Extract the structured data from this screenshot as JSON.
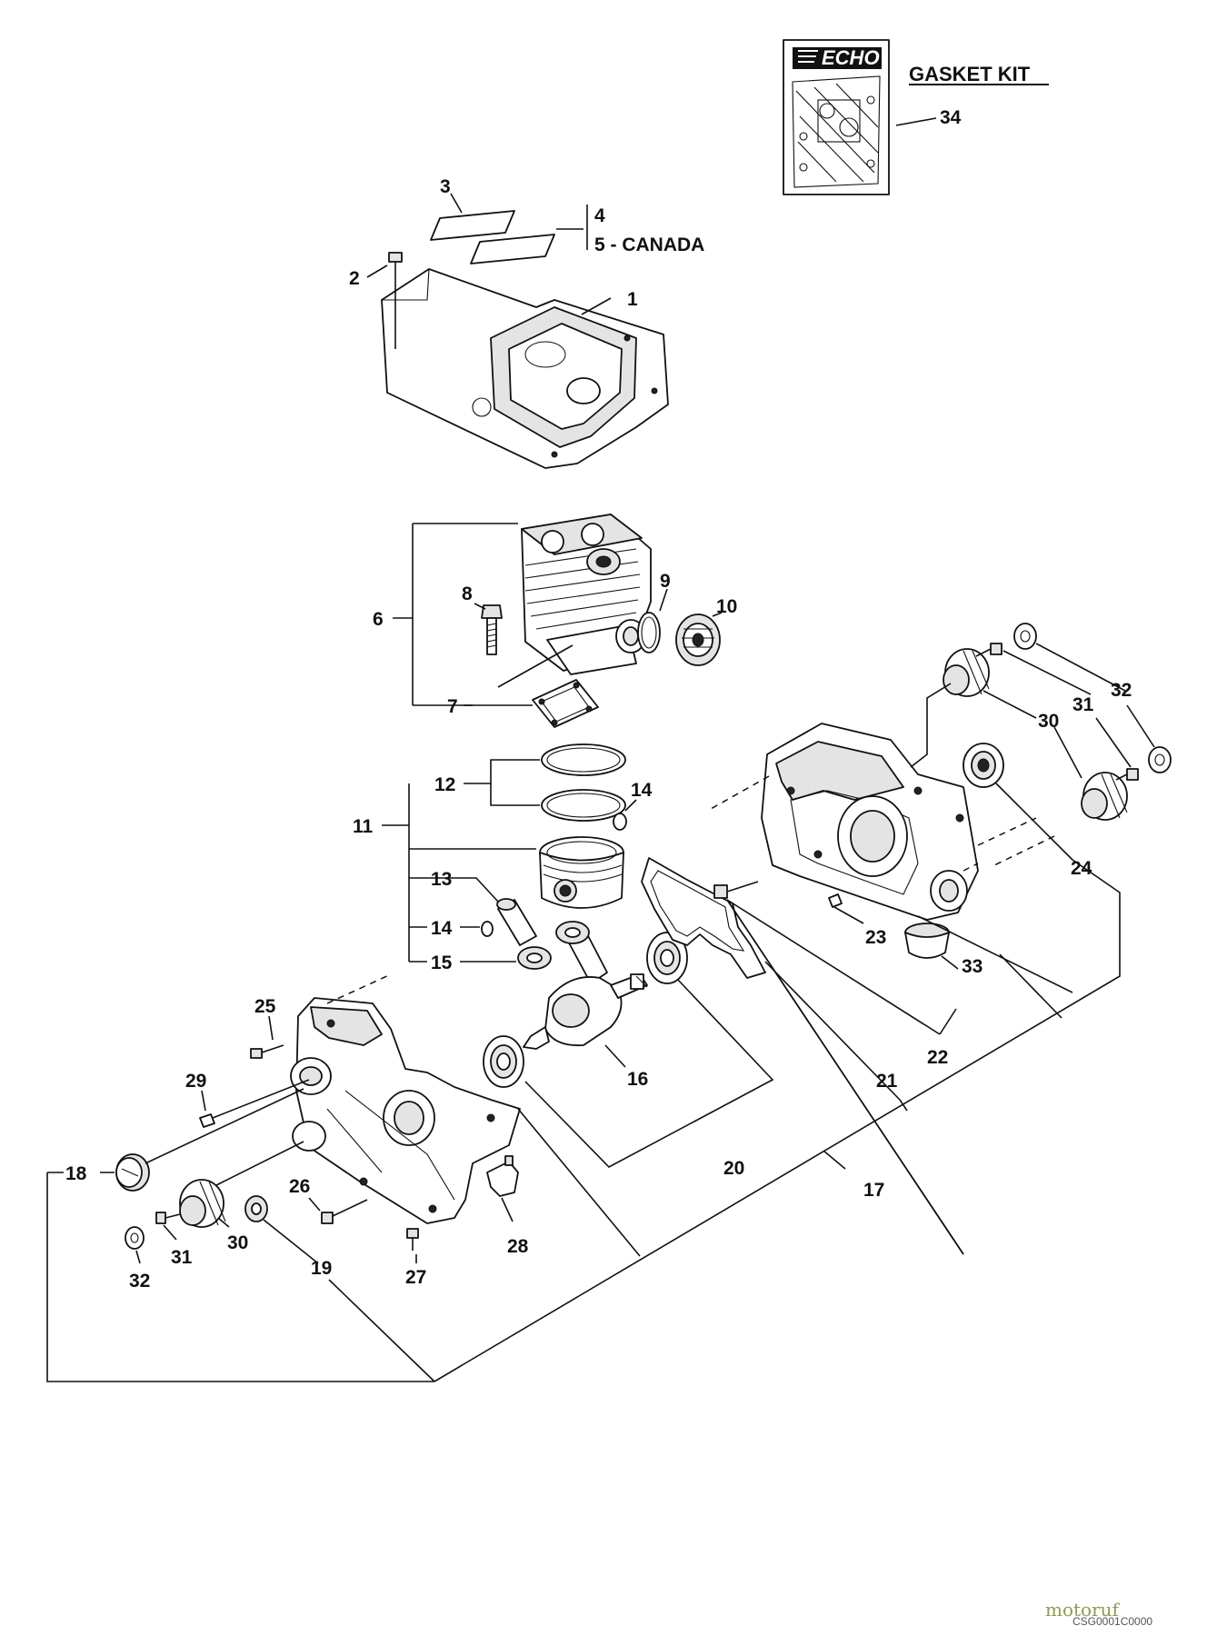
{
  "kit": {
    "title": "GASKET KIT",
    "brand": "ECHO",
    "number": "34"
  },
  "callouts": {
    "c1": "1",
    "c2": "2",
    "c3": "3",
    "c4": "4",
    "c5": "5 - CANADA",
    "c6": "6",
    "c7": "7",
    "c8": "8",
    "c9": "9",
    "c10": "10",
    "c11": "11",
    "c12": "12",
    "c13": "13",
    "c14a": "14",
    "c14b": "14",
    "c15": "15",
    "c16": "16",
    "c17": "17",
    "c18": "18",
    "c19": "19",
    "c20": "20",
    "c21": "21",
    "c22": "22",
    "c23": "23",
    "c24": "24",
    "c25": "25",
    "c26": "26",
    "c27": "27",
    "c28": "28",
    "c29": "29",
    "c30a": "30",
    "c30b": "30",
    "c31a": "31",
    "c31b": "31",
    "c32a": "32",
    "c32b": "32",
    "c33": "33"
  },
  "footer": {
    "code": "CSG0001C0000",
    "watermark": "motoruf"
  }
}
